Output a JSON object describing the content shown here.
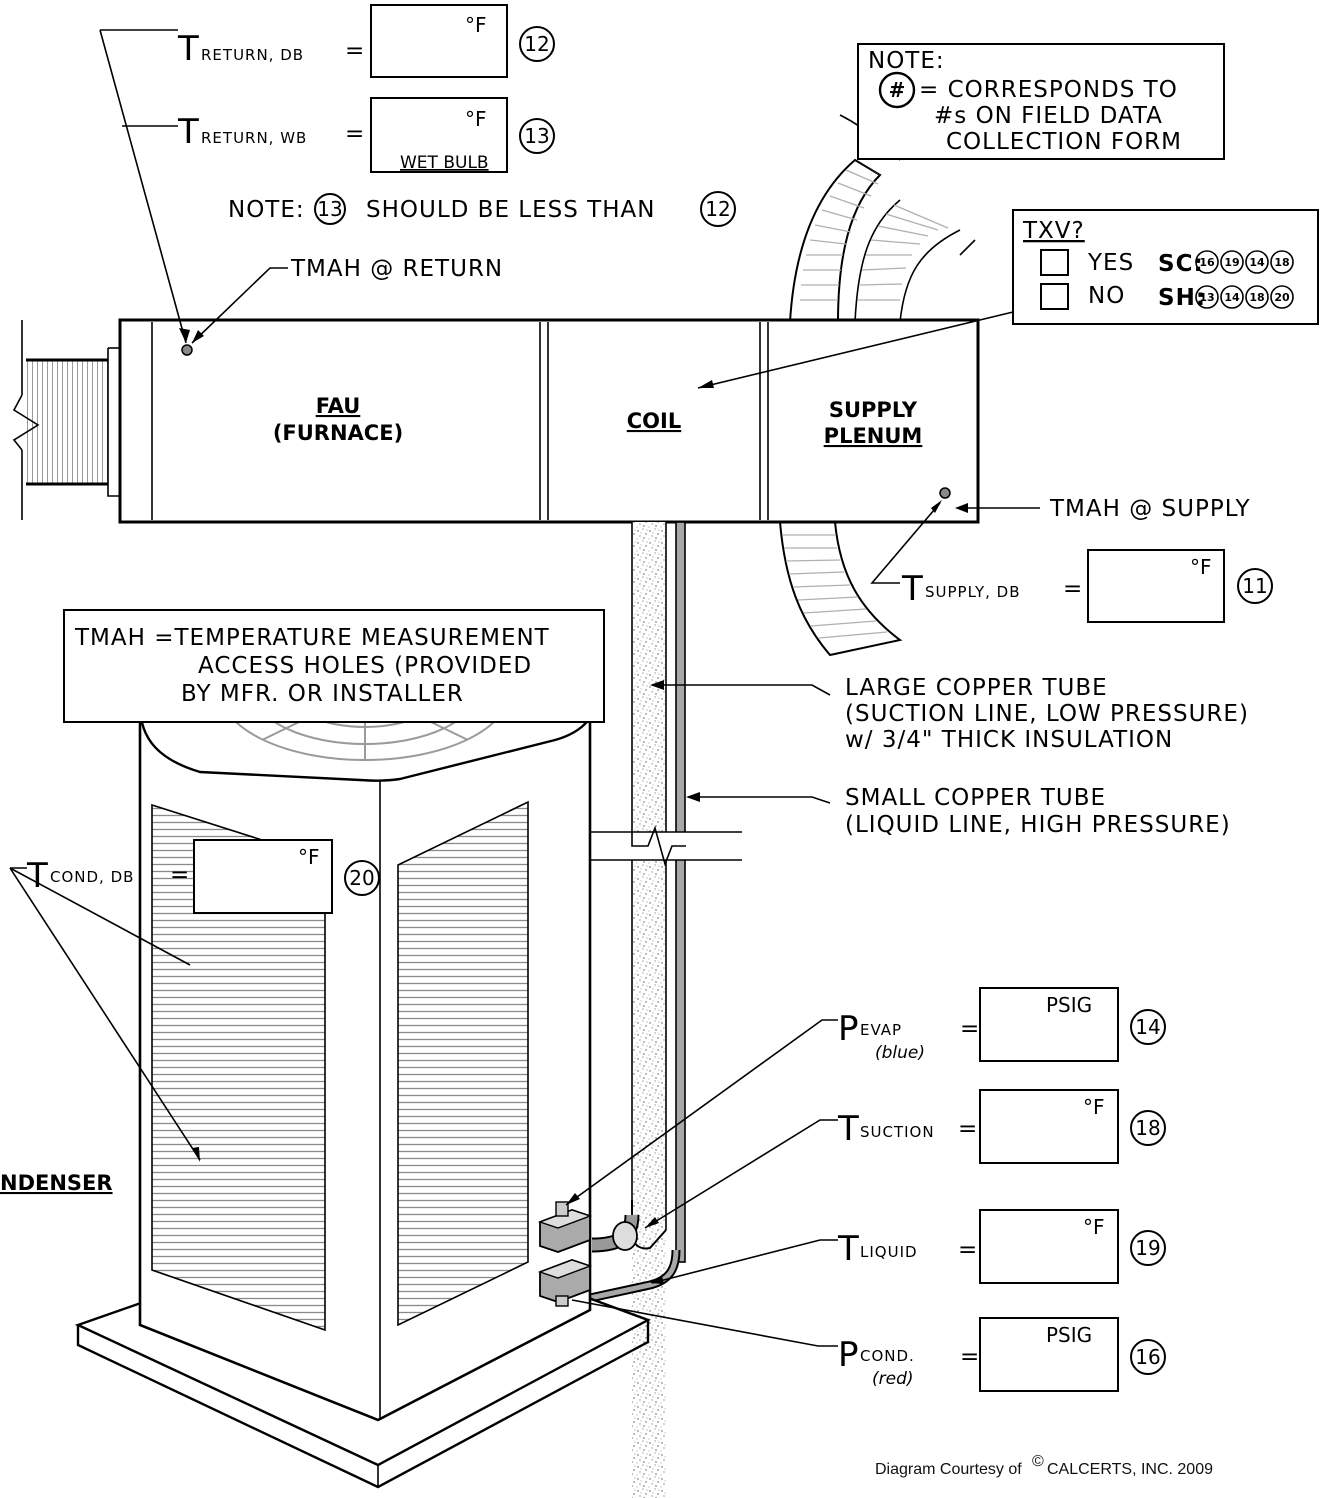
{
  "labels": {
    "t_return_db": {
      "prefix": "T",
      "sub": "RETURN, DB",
      "eq": "=",
      "unit": "°F",
      "num": "12"
    },
    "t_return_wb": {
      "prefix": "T",
      "sub": "RETURN, WB",
      "eq": "=",
      "unit": "°F",
      "extra": "WET BULB",
      "num": "13"
    },
    "note_line": {
      "text1": "NOTE:",
      "num_a": "13",
      "text2": "SHOULD BE LESS THAN",
      "num_b": "12"
    },
    "tmah_return": "TMAH @ RETURN",
    "tmah_supply": "TMAH @ SUPPLY",
    "t_supply_db": {
      "prefix": "T",
      "sub": "SUPPLY, DB",
      "eq": "=",
      "unit": "°F",
      "num": "11"
    },
    "t_cond_db": {
      "prefix": "T",
      "sub": "COND, DB",
      "eq": "=",
      "unit": "°F",
      "num": "20"
    },
    "p_evap": {
      "prefix": "P",
      "sub": "EVAP",
      "eq": "=",
      "note": "(blue)",
      "unit": "PSIG",
      "num": "14"
    },
    "t_suction": {
      "prefix": "T",
      "sub": "SUCTION",
      "eq": "=",
      "unit": "°F",
      "num": "18"
    },
    "t_liquid": {
      "prefix": "T",
      "sub": "LIQUID",
      "eq": "=",
      "unit": "°F",
      "num": "19"
    },
    "p_cond": {
      "prefix": "P",
      "sub": "COND.",
      "eq": "=",
      "note": "(red)",
      "unit": "PSIG",
      "num": "16"
    }
  },
  "note_box": {
    "title": "NOTE:",
    "symbol": "#",
    "line1": "= CORRESPONDS TO",
    "line2": "#s ON FIELD DATA",
    "line3": "COLLECTION FORM"
  },
  "txv_box": {
    "title": "TXV?",
    "yes": "YES",
    "no": "NO",
    "sc_label": "SC:",
    "sc_nums": [
      "16",
      "19",
      "14",
      "18"
    ],
    "sh_label": "SH:",
    "sh_nums": [
      "13",
      "14",
      "18",
      "20"
    ]
  },
  "sections": {
    "fau": "FAU",
    "fau_sub": "(FURNACE)",
    "coil": "COIL",
    "supply1": "SUPPLY",
    "supply2": "PLENUM",
    "condenser": "NDENSER"
  },
  "tmah_def": {
    "line1": "TMAH =TEMPERATURE MEASUREMENT",
    "line2": "ACCESS HOLES (PROVIDED",
    "line3": "BY MFR. OR INSTALLER"
  },
  "large_tube": {
    "line1": "LARGE COPPER TUBE",
    "line2": "(SUCTION LINE, LOW PRESSURE)",
    "line3": "w/ 3/4\" THICK INSULATION"
  },
  "small_tube": {
    "line1": "SMALL COPPER TUBE",
    "line2": "(LIQUID LINE, HIGH PRESSURE)"
  },
  "credit": {
    "text": "Diagram Courtesy of ",
    "symbol": "©",
    "org": "CALCERTS, INC. 2009"
  }
}
